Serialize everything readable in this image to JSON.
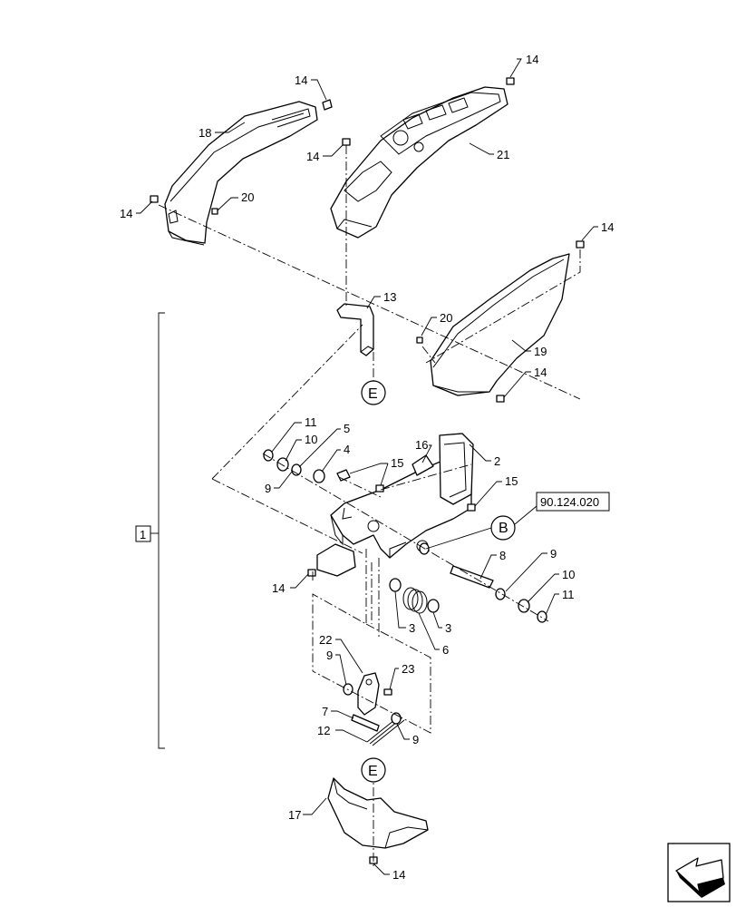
{
  "callouts": {
    "c14a": "14",
    "c14b": "14",
    "c14c": "14",
    "c14d": "14",
    "c14e": "14",
    "c14f": "14",
    "c14g": "14",
    "c14h": "14",
    "c18": "18",
    "c20a": "20",
    "c20b": "20",
    "c21": "21",
    "c13": "13",
    "c19": "19",
    "c11a": "11",
    "c10a": "10",
    "c5": "5",
    "c4": "4",
    "c9a": "9",
    "c16": "16",
    "c15a": "15",
    "c2": "2",
    "c15b": "15",
    "c8": "8",
    "c9b": "9",
    "c10b": "10",
    "c11b": "11",
    "c3a": "3",
    "c3b": "3",
    "c6": "6",
    "c22": "22",
    "c9c": "9",
    "c23": "23",
    "c7": "7",
    "c12": "12",
    "c9d": "9",
    "c17": "17"
  },
  "assembly_label": "1",
  "reference_box": "90.124.020",
  "view_markers": {
    "e_top": "E",
    "e_bottom": "E",
    "b": "B"
  },
  "icons": {
    "nav": "arrow-direction-icon"
  }
}
